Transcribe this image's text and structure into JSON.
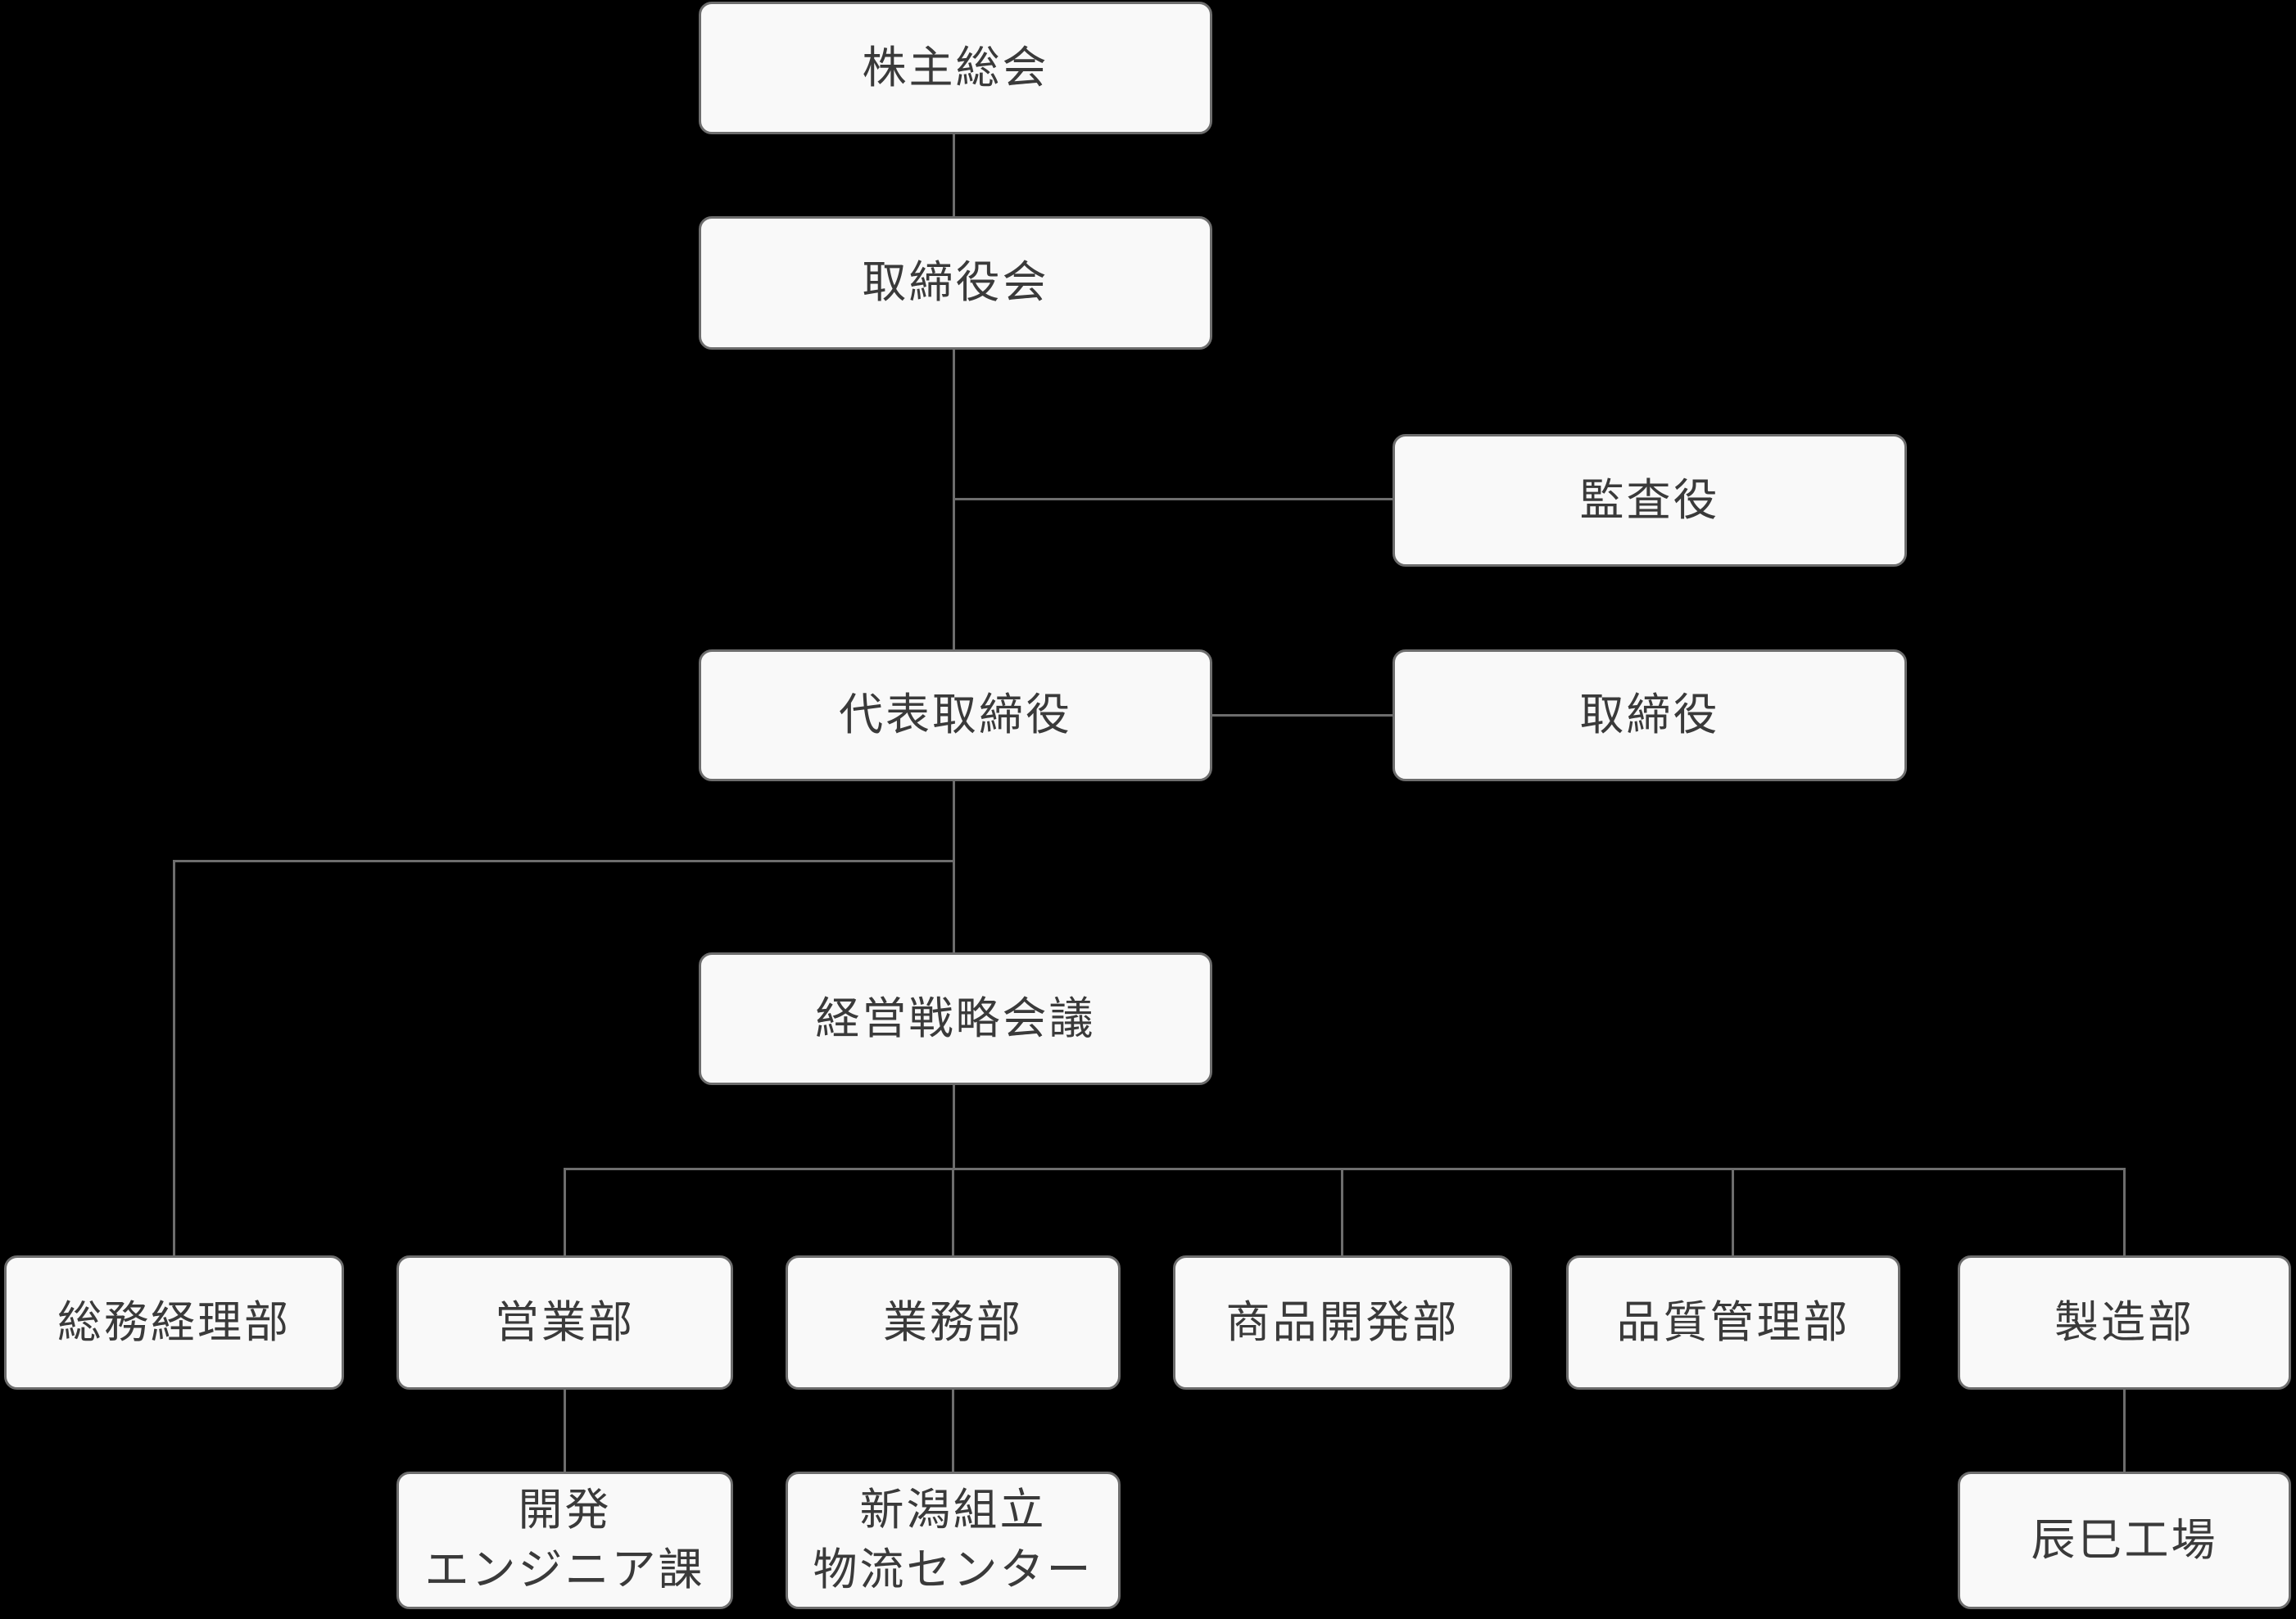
{
  "diagram": {
    "type": "org-chart",
    "background_color": "#000000",
    "node_fill_color": "#f9f9f9",
    "node_border_color": "#6d6d6d",
    "connector_color": "#6d6d6d",
    "text_color": "#3a3a3a",
    "nodes": {
      "shareholders": {
        "label": "株主総会"
      },
      "board": {
        "label": "取締役会"
      },
      "auditor": {
        "label": "監査役"
      },
      "representative_director": {
        "label": "代表取締役"
      },
      "director": {
        "label": "取締役"
      },
      "strategy_meeting": {
        "label": "経営戦略会議"
      },
      "general_affairs": {
        "label": "総務経理部"
      },
      "sales": {
        "label": "営業部"
      },
      "operations": {
        "label": "業務部"
      },
      "product_development": {
        "label": "商品開発部"
      },
      "quality_control": {
        "label": "品質管理部"
      },
      "manufacturing": {
        "label": "製造部"
      },
      "dev_engineering": {
        "label": "開発\nエンジニア課"
      },
      "niigata_center": {
        "label": "新潟組立\n物流センター"
      },
      "tatsumi_factory": {
        "label": "辰巳工場"
      }
    },
    "edges": [
      {
        "from": "shareholders",
        "to": "board"
      },
      {
        "from": "board",
        "to": "auditor"
      },
      {
        "from": "board",
        "to": "representative_director"
      },
      {
        "from": "representative_director",
        "to": "director"
      },
      {
        "from": "representative_director",
        "to": "general_affairs"
      },
      {
        "from": "representative_director",
        "to": "strategy_meeting"
      },
      {
        "from": "strategy_meeting",
        "to": "sales"
      },
      {
        "from": "strategy_meeting",
        "to": "operations"
      },
      {
        "from": "strategy_meeting",
        "to": "product_development"
      },
      {
        "from": "strategy_meeting",
        "to": "quality_control"
      },
      {
        "from": "strategy_meeting",
        "to": "manufacturing"
      },
      {
        "from": "sales",
        "to": "dev_engineering"
      },
      {
        "from": "operations",
        "to": "niigata_center"
      },
      {
        "from": "manufacturing",
        "to": "tatsumi_factory"
      }
    ]
  }
}
